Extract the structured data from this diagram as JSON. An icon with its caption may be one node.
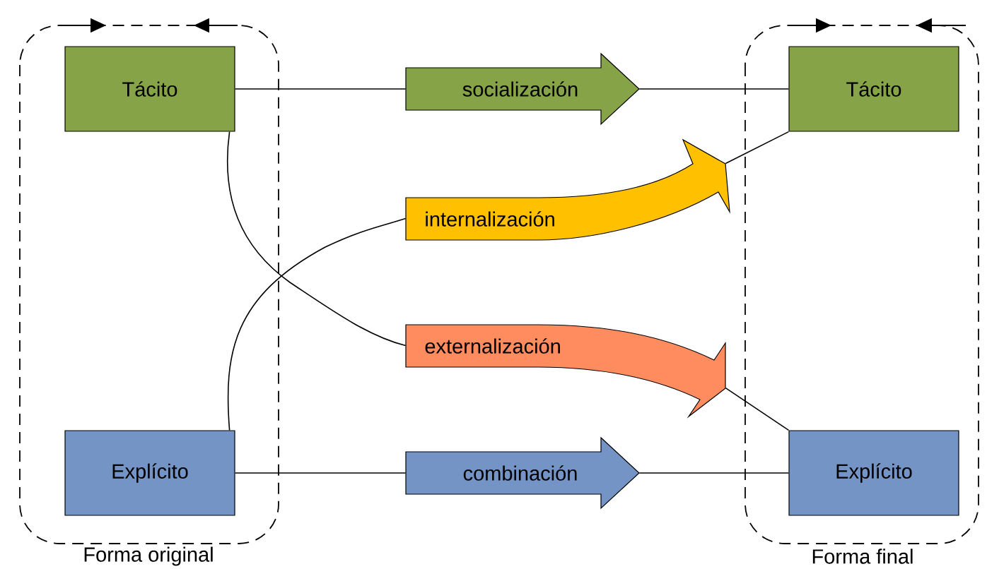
{
  "diagram": {
    "nodes": [
      {
        "text": [
          "Forma original"
        ]
      },
      {
        "text": [
          "Tácito"
        ],
        "in": 0
      },
      {
        "text": [
          "Explícito"
        ],
        "in": 0
      },
      {
        "text": [
          "Forma final"
        ]
      },
      {
        "text": [
          "Tácito"
        ],
        "in": 3
      },
      {
        "text": [
          "Explícito"
        ],
        "in": 3
      },
      {
        "text": [
          "socialización"
        ]
      },
      {
        "text": [
          "internalización"
        ]
      },
      {
        "text": [
          "externalización"
        ]
      },
      {
        "text": [
          "combinación"
        ]
      }
    ],
    "edges": [
      {
        "from": 1,
        "to": 6,
        "arrow": "none"
      },
      {
        "from": 6,
        "to": 4,
        "arrow": "none"
      },
      {
        "from": 2,
        "to": 7,
        "arrow": "none"
      },
      {
        "from": 7,
        "to": 4,
        "arrow": "none"
      },
      {
        "from": 1,
        "to": 8,
        "arrow": "none"
      },
      {
        "from": 8,
        "to": 5,
        "arrow": "none"
      },
      {
        "from": 2,
        "to": 9,
        "arrow": "none"
      },
      {
        "from": 9,
        "to": 5,
        "arrow": "none"
      }
    ]
  }
}
